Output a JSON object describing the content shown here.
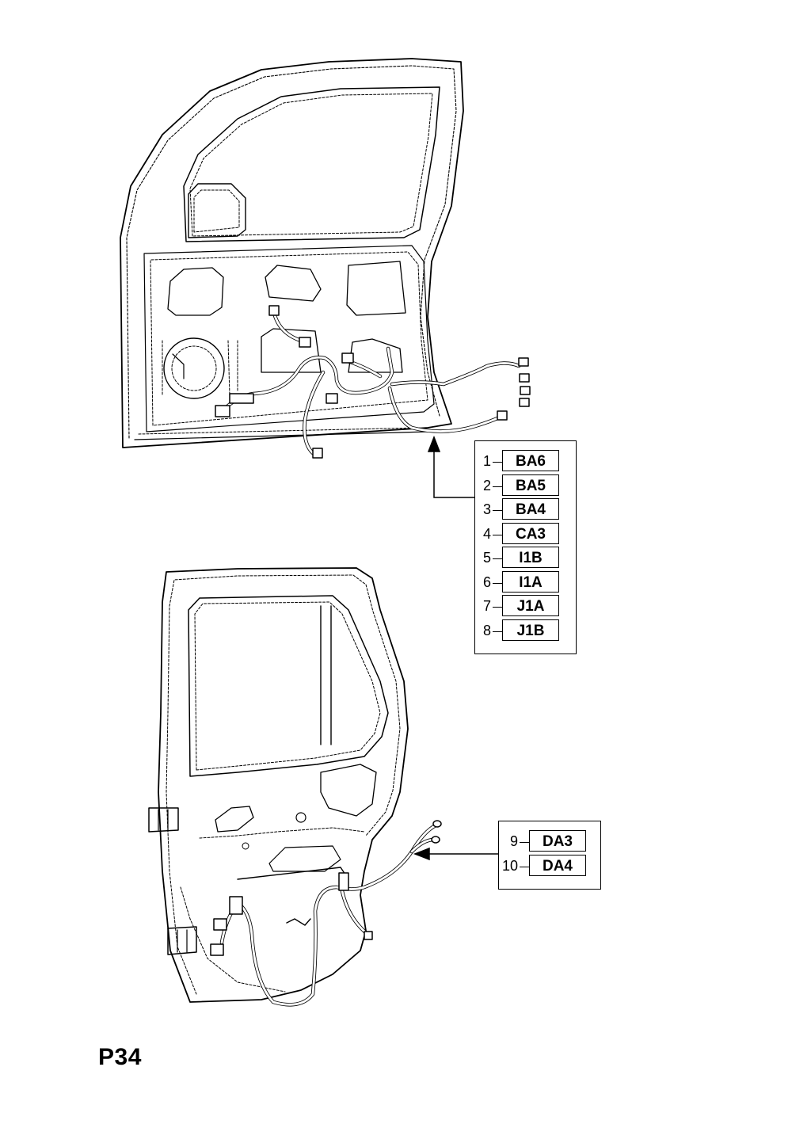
{
  "page_code": "P34",
  "front_door_legend": [
    {
      "number": "1",
      "code": "BA6"
    },
    {
      "number": "2",
      "code": "BA5"
    },
    {
      "number": "3",
      "code": "BA4"
    },
    {
      "number": "4",
      "code": "CA3"
    },
    {
      "number": "5",
      "code": "I1B"
    },
    {
      "number": "6",
      "code": "I1A"
    },
    {
      "number": "7",
      "code": "J1A"
    },
    {
      "number": "8",
      "code": "J1B"
    }
  ],
  "rear_door_legend": [
    {
      "number": "9",
      "code": "DA3"
    },
    {
      "number": "10",
      "code": "DA4"
    }
  ],
  "colors": {
    "line": "#000000",
    "background": "#ffffff"
  }
}
